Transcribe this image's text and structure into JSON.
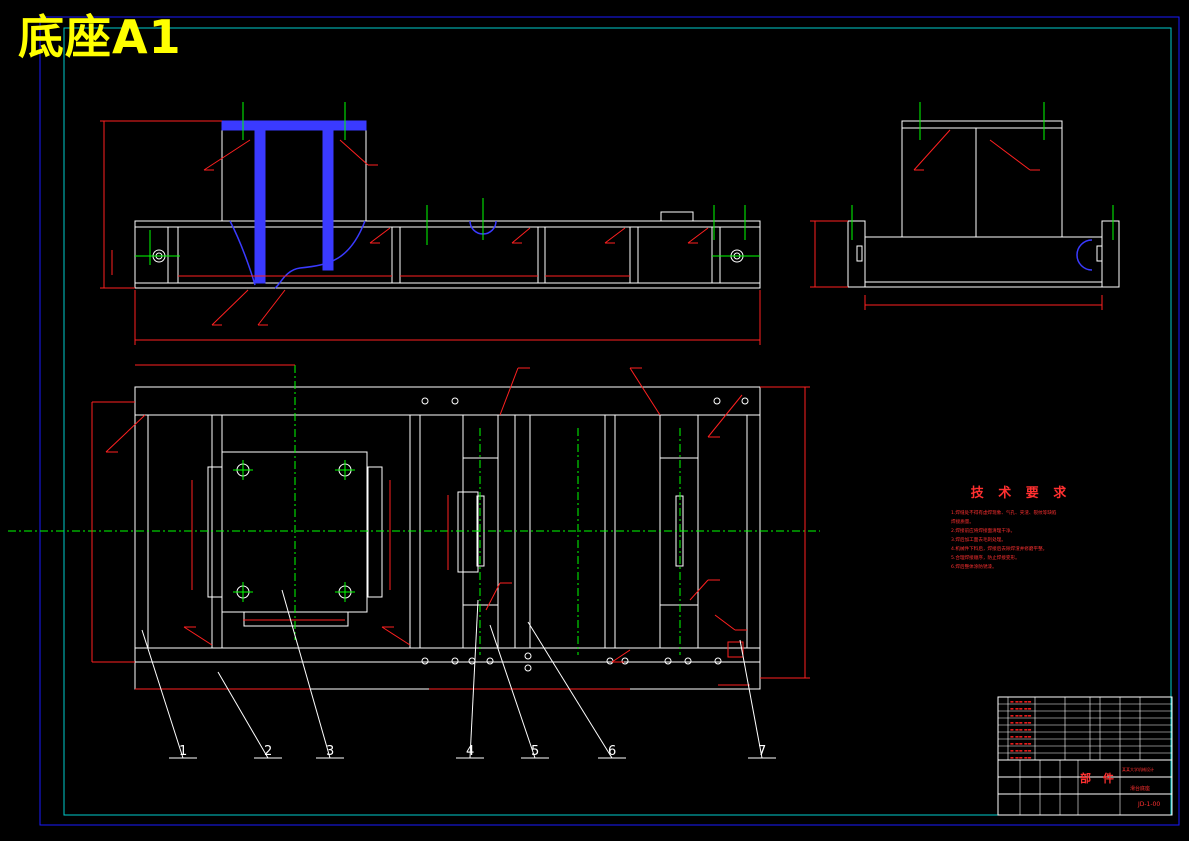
{
  "drawing": {
    "title": "底座A1",
    "frame_color": "#1a1aff",
    "inner_frame_color": "#00cccc",
    "outline_color": "#ffffff",
    "dimension_color": "#ff2020",
    "centerline_color": "#00ff00",
    "annotation_color": "#ff2020",
    "hatch_color": "#3a3aff"
  },
  "part_callouts": [
    "1",
    "2",
    "3",
    "4",
    "5",
    "6",
    "7"
  ],
  "tech_requirements": {
    "heading": "技 术 要 求",
    "items": [
      "1.焊缝处不得有虚焊现象、气孔、夹渣、裂纹等缺陷",
      "  焊接质量。",
      "2.焊接前应将焊接面清理干净。",
      "3.焊后加工面去毛刺处理。",
      "4.机械件下料后，焊接后去除焊渣并修磨平整。",
      "5.合理焊接顺序，防止焊接变形。",
      "6.焊后整体涂防锈漆。"
    ]
  },
  "title_block": {
    "section_label": "部 件",
    "drawing_number": "JD-1-00",
    "name": "滑台底座",
    "school": "某某大学机械设计"
  },
  "icons": {
    "leader_arrow": "leader-arrow-icon",
    "bolt_hole": "bolt-hole-icon"
  }
}
